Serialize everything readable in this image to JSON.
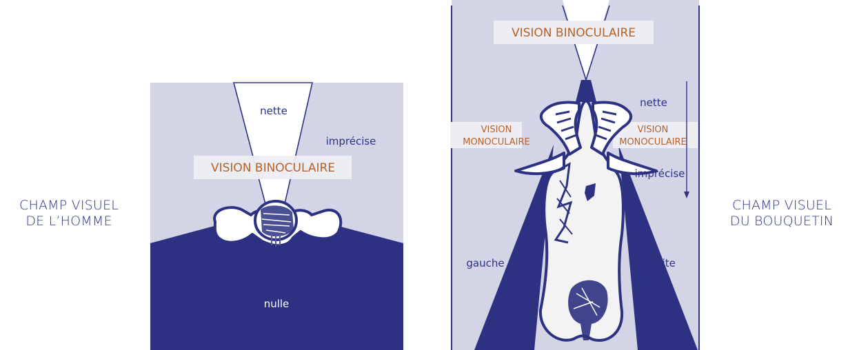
{
  "colors": {
    "navy": "#2c3182",
    "field_light": "#d3d5e6",
    "binocular_white": "#ffffff",
    "band": "#ededf3",
    "orange": "#b5622a",
    "body_fill": "#f3f3f3"
  },
  "human": {
    "title_line1": "CHAMP VISUEL",
    "title_line2": "DE L’HOMME",
    "label_nette": "nette",
    "label_imprecise": "imprécise",
    "label_binoculaire": "VISION BINOCULAIRE",
    "label_nulle": "nulle"
  },
  "ibex": {
    "title_line1": "CHAMP VISUEL",
    "title_line2": "DU BOUQUETIN",
    "label_binoculaire": "VISION BINOCULAIRE",
    "label_nette": "nette",
    "label_imprecise": "imprécise",
    "label_mono_left_1": "VISION",
    "label_mono_left_2": "MONOCULAIRE",
    "label_mono_right_1": "VISION",
    "label_mono_right_2": "MONOCULAIRE",
    "label_gauche": "gauche",
    "label_droite": "droite"
  }
}
